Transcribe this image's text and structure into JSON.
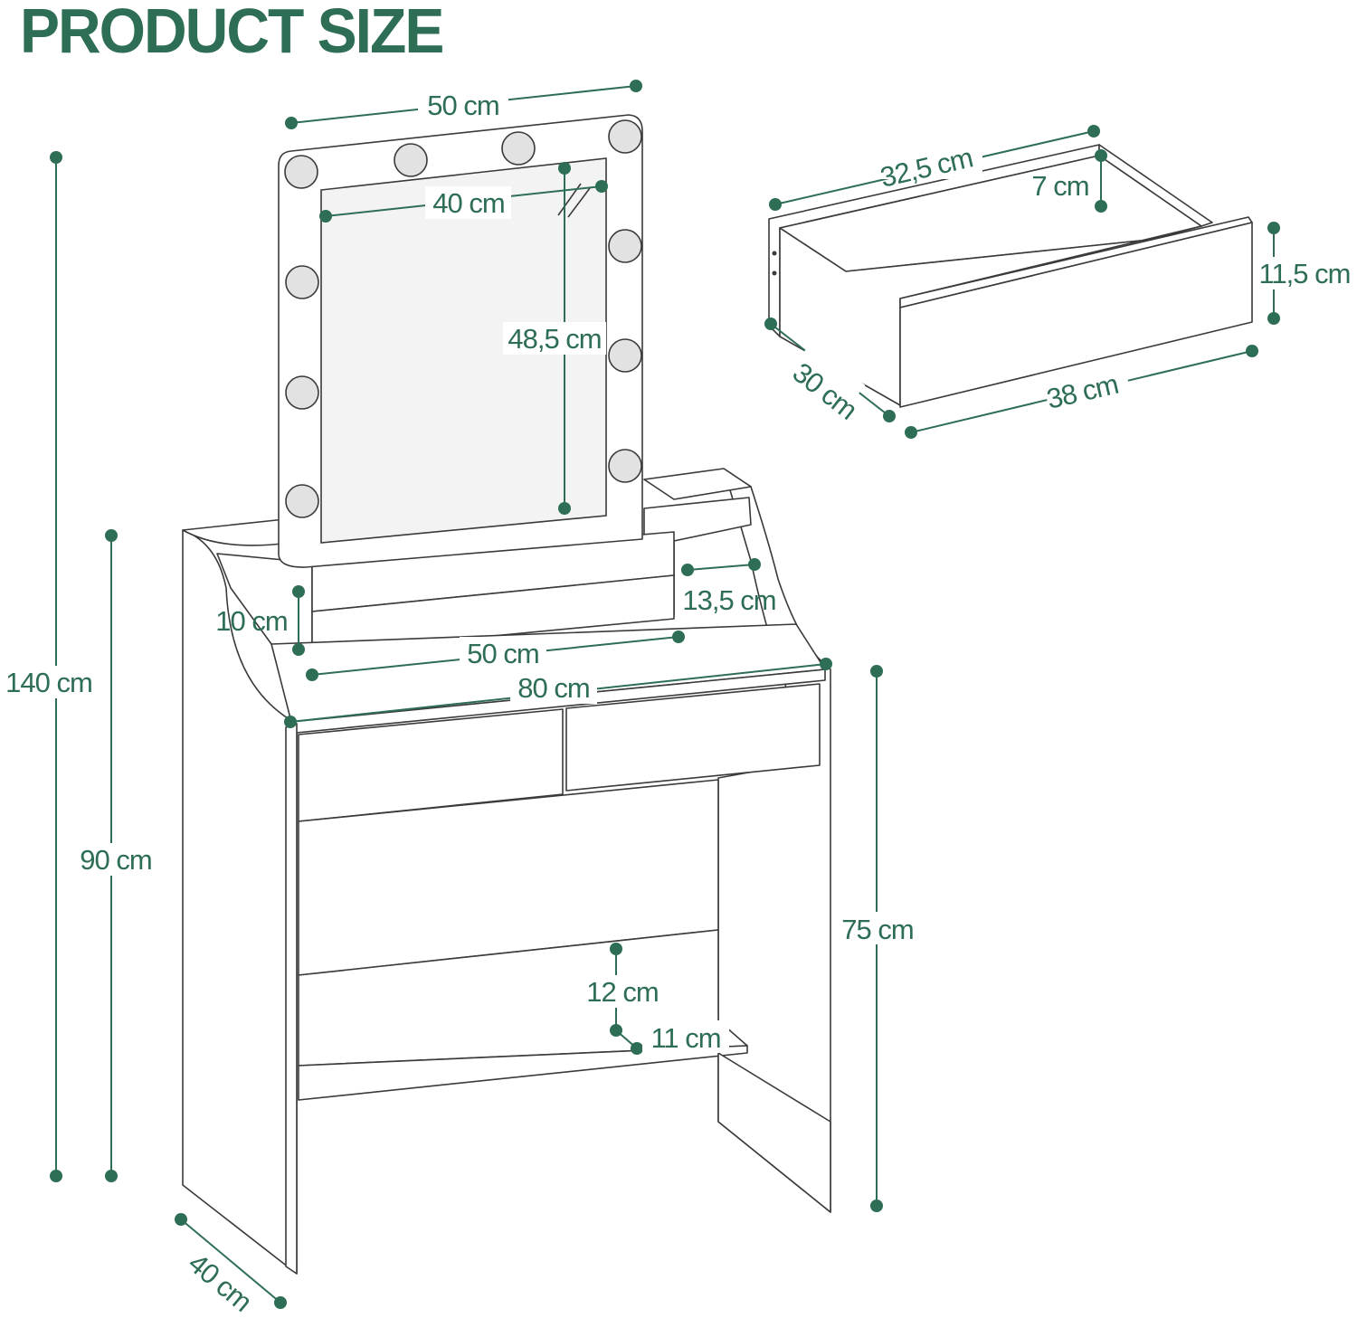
{
  "header": {
    "title": "PRODUCT SIZE"
  },
  "colors": {
    "accent": "#2e6e55",
    "outline": "#3a3a3a"
  },
  "dimensions": {
    "mirror_frame_width": "50 cm",
    "mirror_glass_width": "40 cm",
    "mirror_glass_height": "48,5 cm",
    "total_height": "140 cm",
    "side_height": "90 cm",
    "shelf_height": "10 cm",
    "shelf_depth": "13,5 cm",
    "upper_shelf_width": "50 cm",
    "table_width": "80 cm",
    "table_height": "75 cm",
    "bottom_compartment_height": "12 cm",
    "bottom_shelf_depth": "11 cm",
    "table_depth": "40 cm",
    "drawer_inner_width": "32,5 cm",
    "drawer_inner_height": "7 cm",
    "drawer_front_height": "11,5 cm",
    "drawer_depth": "30 cm",
    "drawer_front_width": "38 cm"
  }
}
